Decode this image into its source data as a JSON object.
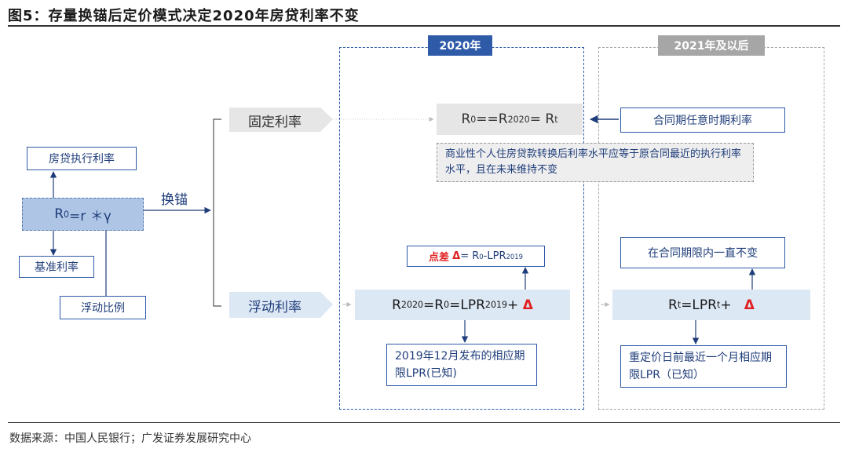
{
  "title": "图5：存量换锚后定价模式决定2020年房贷利率不变",
  "source": "数据来源：中国人民银行；广发证券发展研究中心",
  "year_2020_tag": "2020年",
  "year_2021_tag": "2021年及以后",
  "colors": {
    "dark_blue": "#1f3d7a",
    "tag_2020": "#2e5aa8",
    "tag_2021": "#a6a6a6",
    "delta_red": "#e02020"
  },
  "left": {
    "mortgage_rate": "房贷执行利率",
    "base_rate": "基准利率",
    "float_ratio": "浮动比例",
    "r0_formula": {
      "r": "R",
      "sub": "0",
      "rest": "=r ＊γ"
    },
    "anchor_label": "换锚"
  },
  "fixed_rate": {
    "label": "固定利率",
    "formula": {
      "a": "R",
      "a_sub": "0",
      "b": "==R",
      "b_sub": "2020",
      "c": "= R",
      "c_sub": "t"
    },
    "contract_rate": "合同期任意时期利率",
    "note": "商业性个人住房贷款转换后利率水平应等于原合同最近的执行利率水平，且在未来维持不变"
  },
  "floating_rate": {
    "label": "浮动利率",
    "formula_2020": {
      "a": "R",
      "a_sub": "2020",
      "b": "=R",
      "b_sub": "0",
      "c": "=LPR",
      "c_sub": "2019",
      "d": "+ ",
      "delta": "Δ"
    },
    "spread": {
      "prefix": "点差",
      "delta": "Δ",
      "eq": "= R",
      "sub0": "0",
      "mid": "-LPR",
      "sub1": "2019"
    },
    "lpr_2019": "2019年12月发布的相应期限LPR(已知)",
    "formula_2021": {
      "a": "R",
      "a_sub": "t",
      "b": "=LPR",
      "b_sub": "t",
      "c": "+ ",
      "delta": "Δ"
    },
    "unchanged": "在合同期限内一直不变",
    "reprice": "重定价日前最近一个月相应期限LPR（已知）"
  }
}
